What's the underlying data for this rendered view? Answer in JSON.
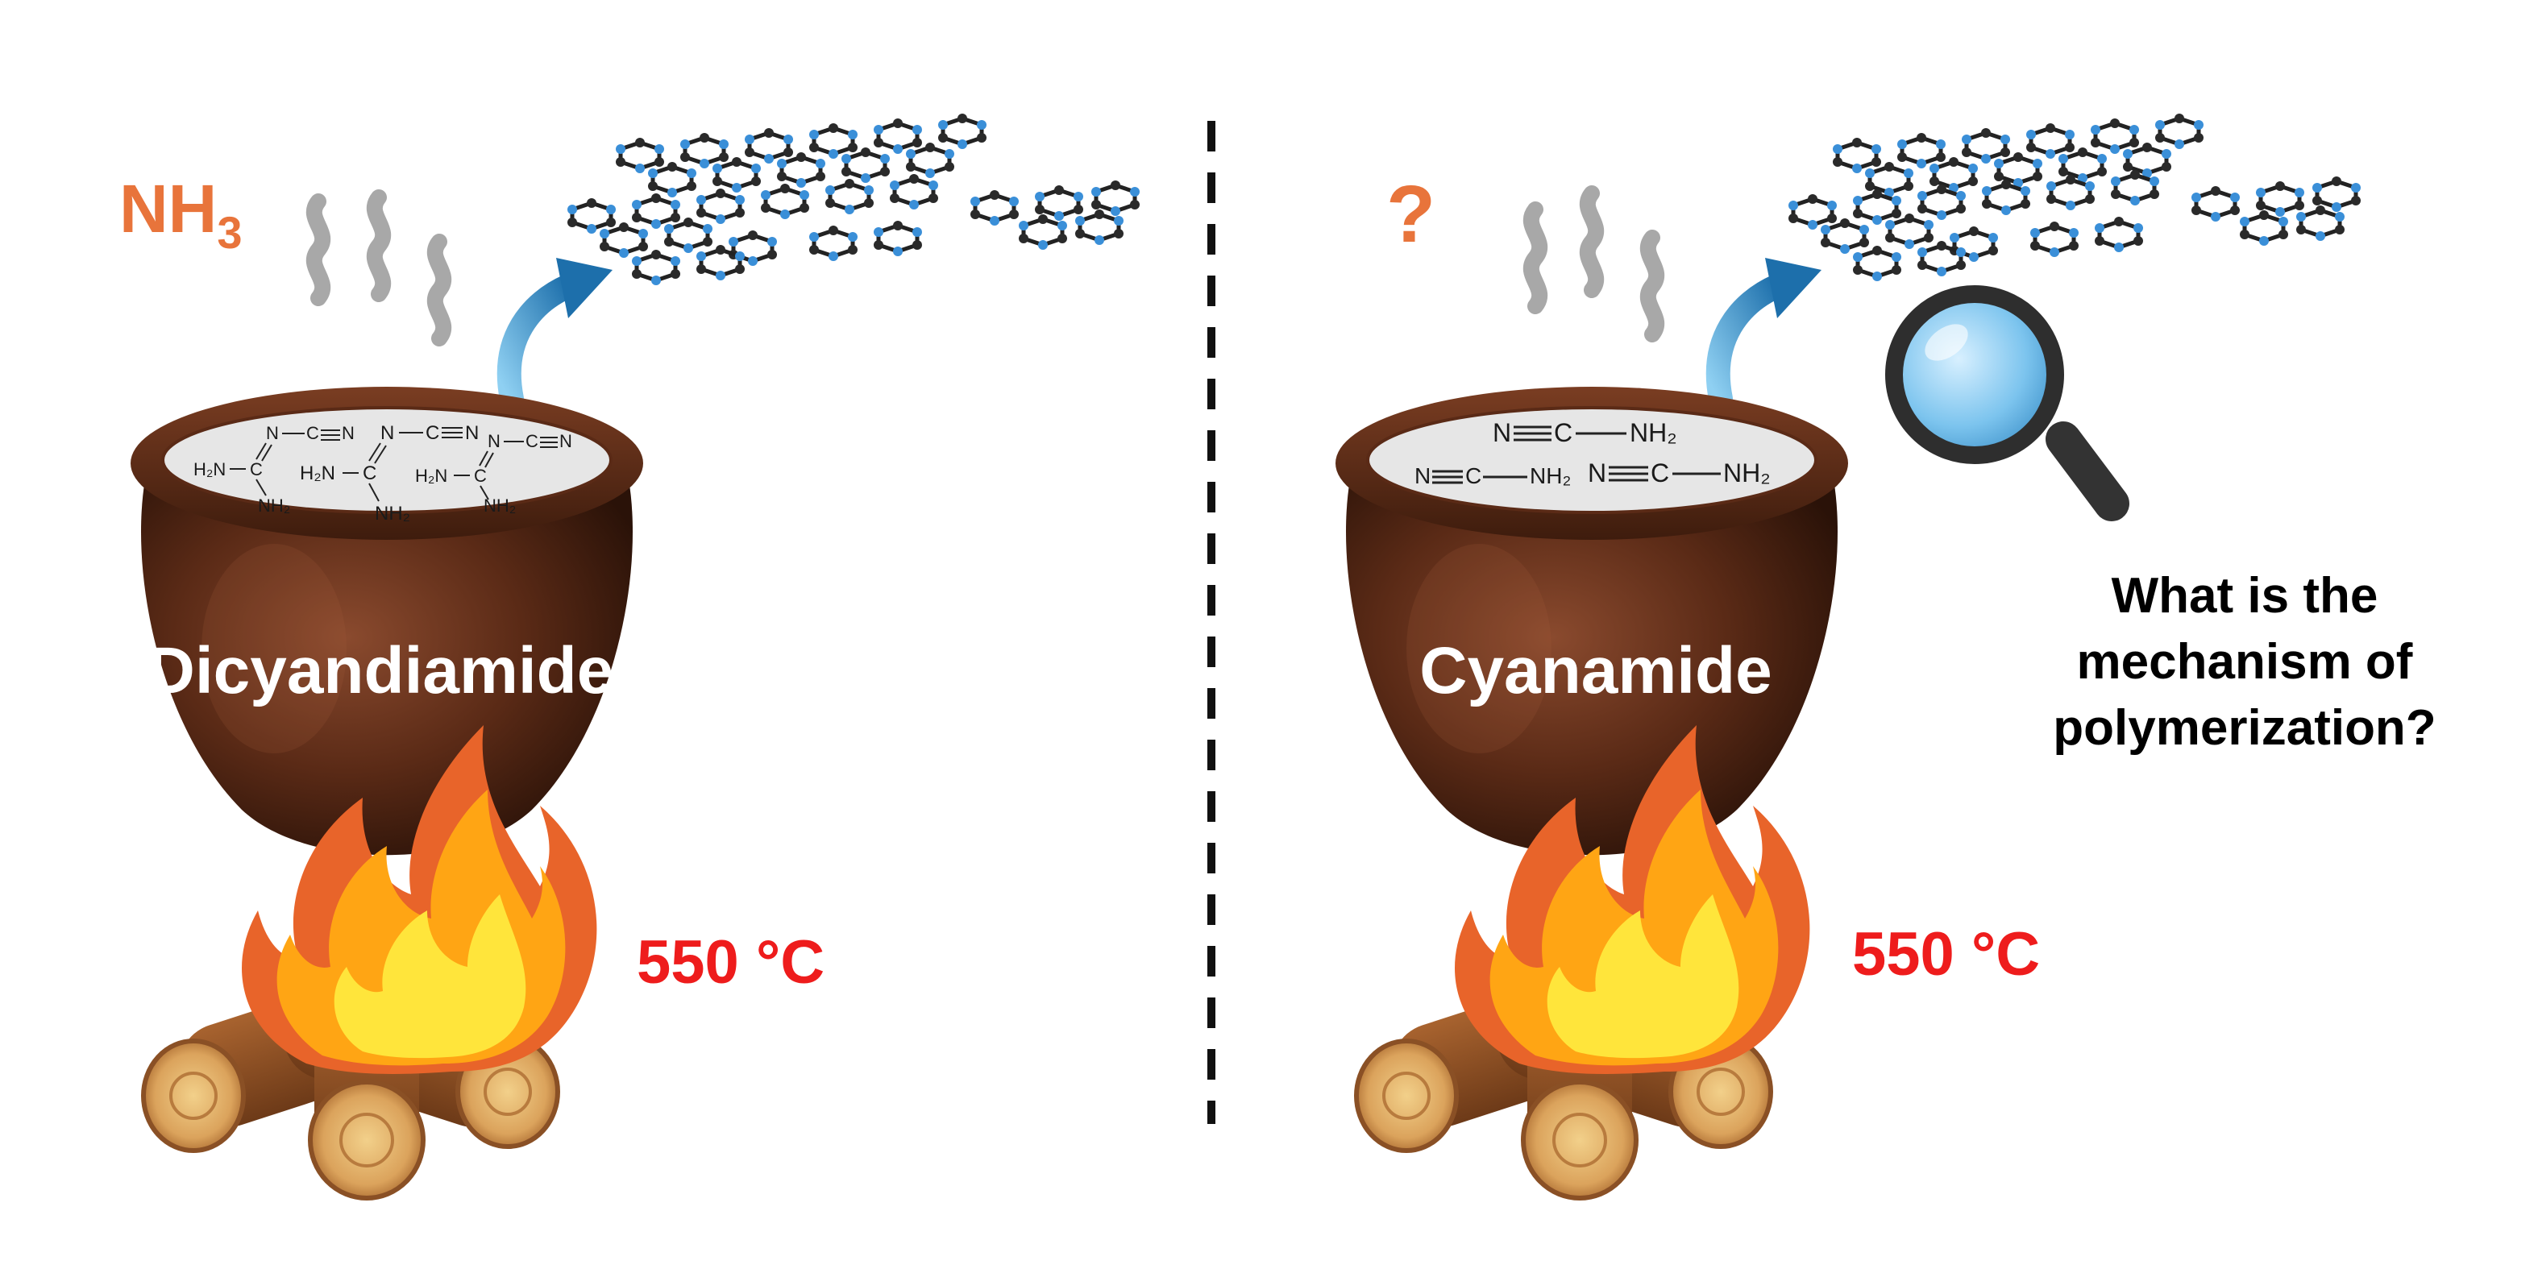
{
  "colors": {
    "accent_orange": "#e8743b",
    "temperature_red": "#ee1c1c",
    "pot_brown": "#5a2a16",
    "arrow_blue": "#2f8fd0",
    "steam_gray": "#a8a8a8",
    "lens_blue": "#7cc4ee"
  },
  "left_panel": {
    "gas_label": "NH",
    "gas_subscript": "3",
    "pot_label": "Dicyandiamide",
    "temperature": "550 °C",
    "molecule_label": "dicyandiamide-structure"
  },
  "right_panel": {
    "gas_label": "?",
    "pot_label": "Cyanamide",
    "temperature": "550 °C",
    "question_lines": [
      "What is the",
      "mechanism of",
      "polymerization?"
    ],
    "molecule_label": "cyanamide-structure"
  },
  "divider": "dashed-vertical",
  "icons": [
    "steam-icon",
    "fire-icon",
    "logs-icon",
    "magnifier-icon",
    "curved-arrow-icon",
    "carbon-nitride-sheet-icon"
  ]
}
